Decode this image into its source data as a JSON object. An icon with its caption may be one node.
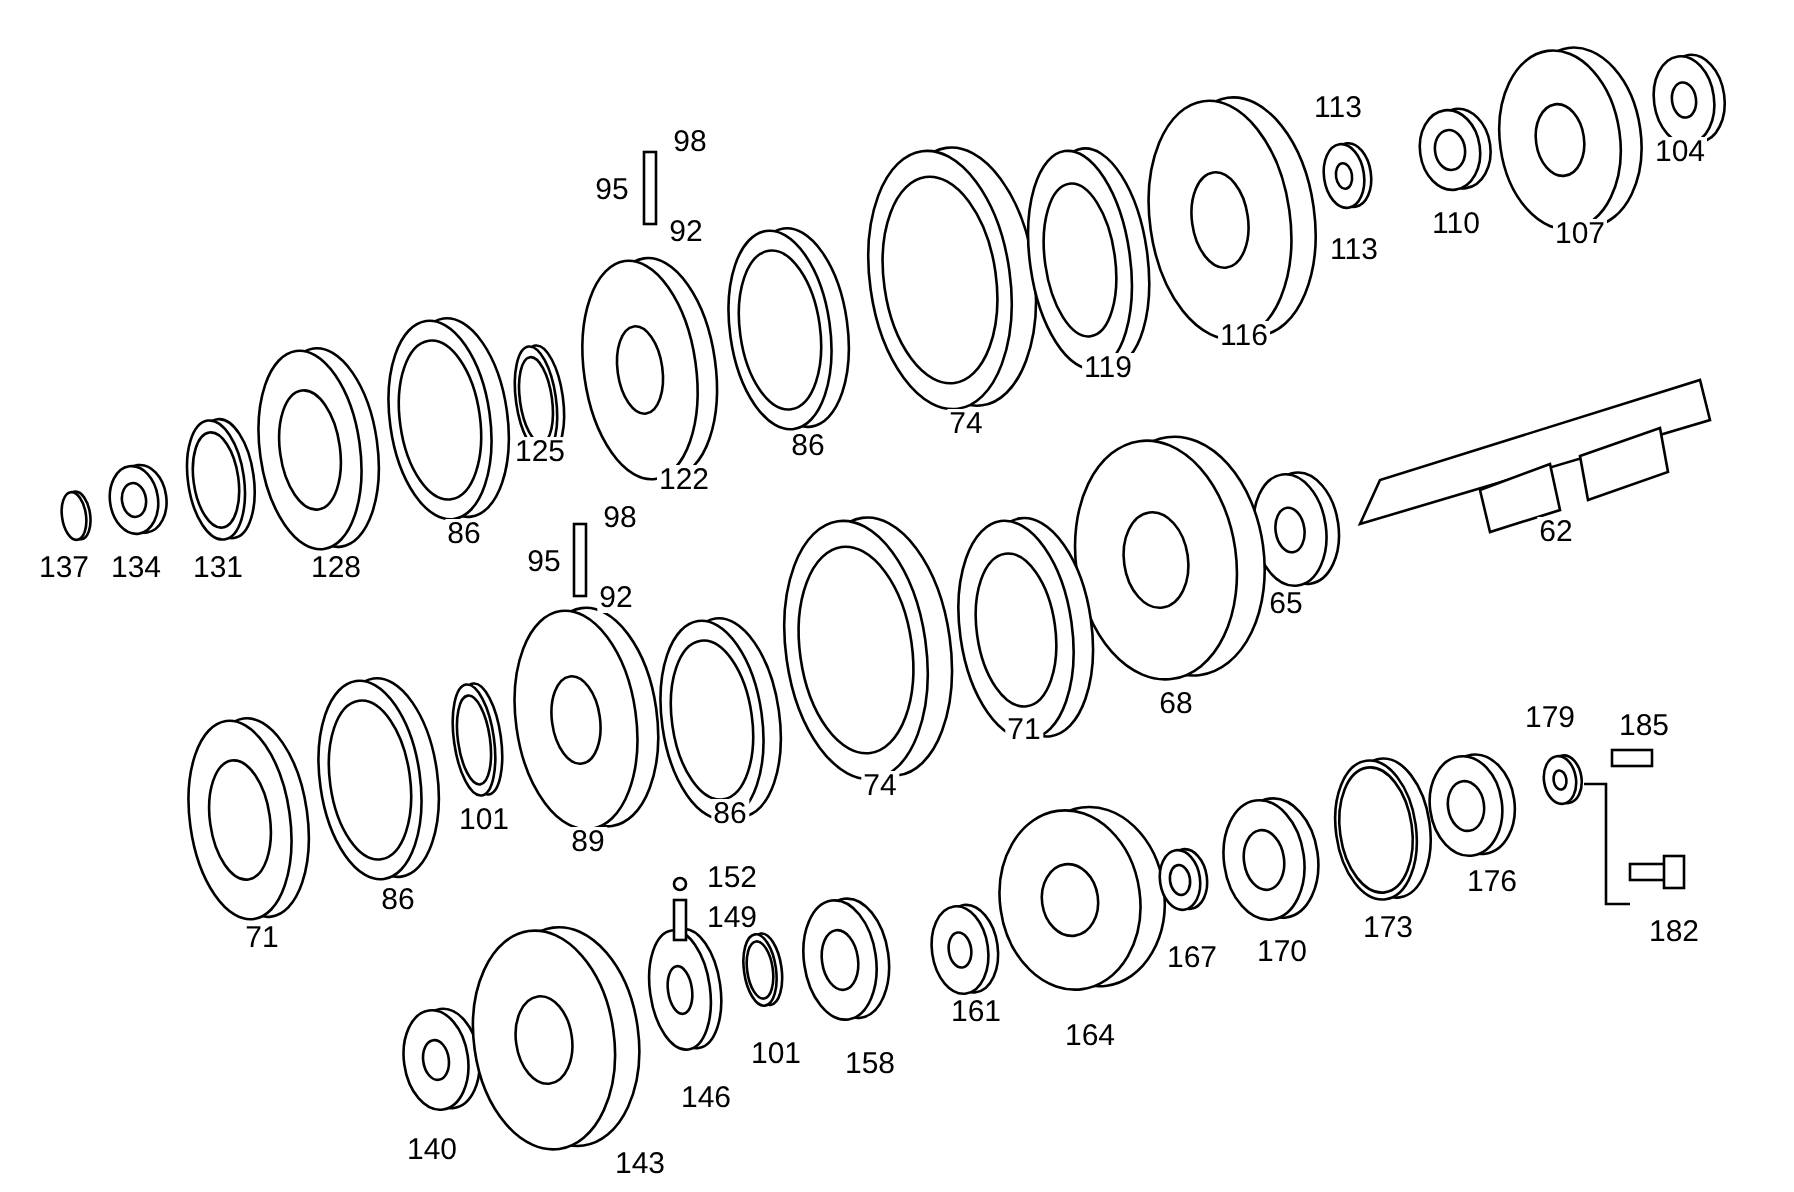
{
  "diagram": {
    "labels": [
      "98",
      "113",
      "104",
      "95",
      "113",
      "110",
      "107",
      "92",
      "116",
      "119",
      "74",
      "86",
      "125",
      "122",
      "62",
      "98",
      "137",
      "134",
      "131",
      "128",
      "86",
      "95",
      "92",
      "65",
      "68",
      "71",
      "179",
      "185",
      "74",
      "86",
      "89",
      "101",
      "86",
      "71",
      "176",
      "173",
      "170",
      "167",
      "152",
      "149",
      "164",
      "161",
      "158",
      "101",
      "182",
      "146",
      "143",
      "140"
    ]
  }
}
